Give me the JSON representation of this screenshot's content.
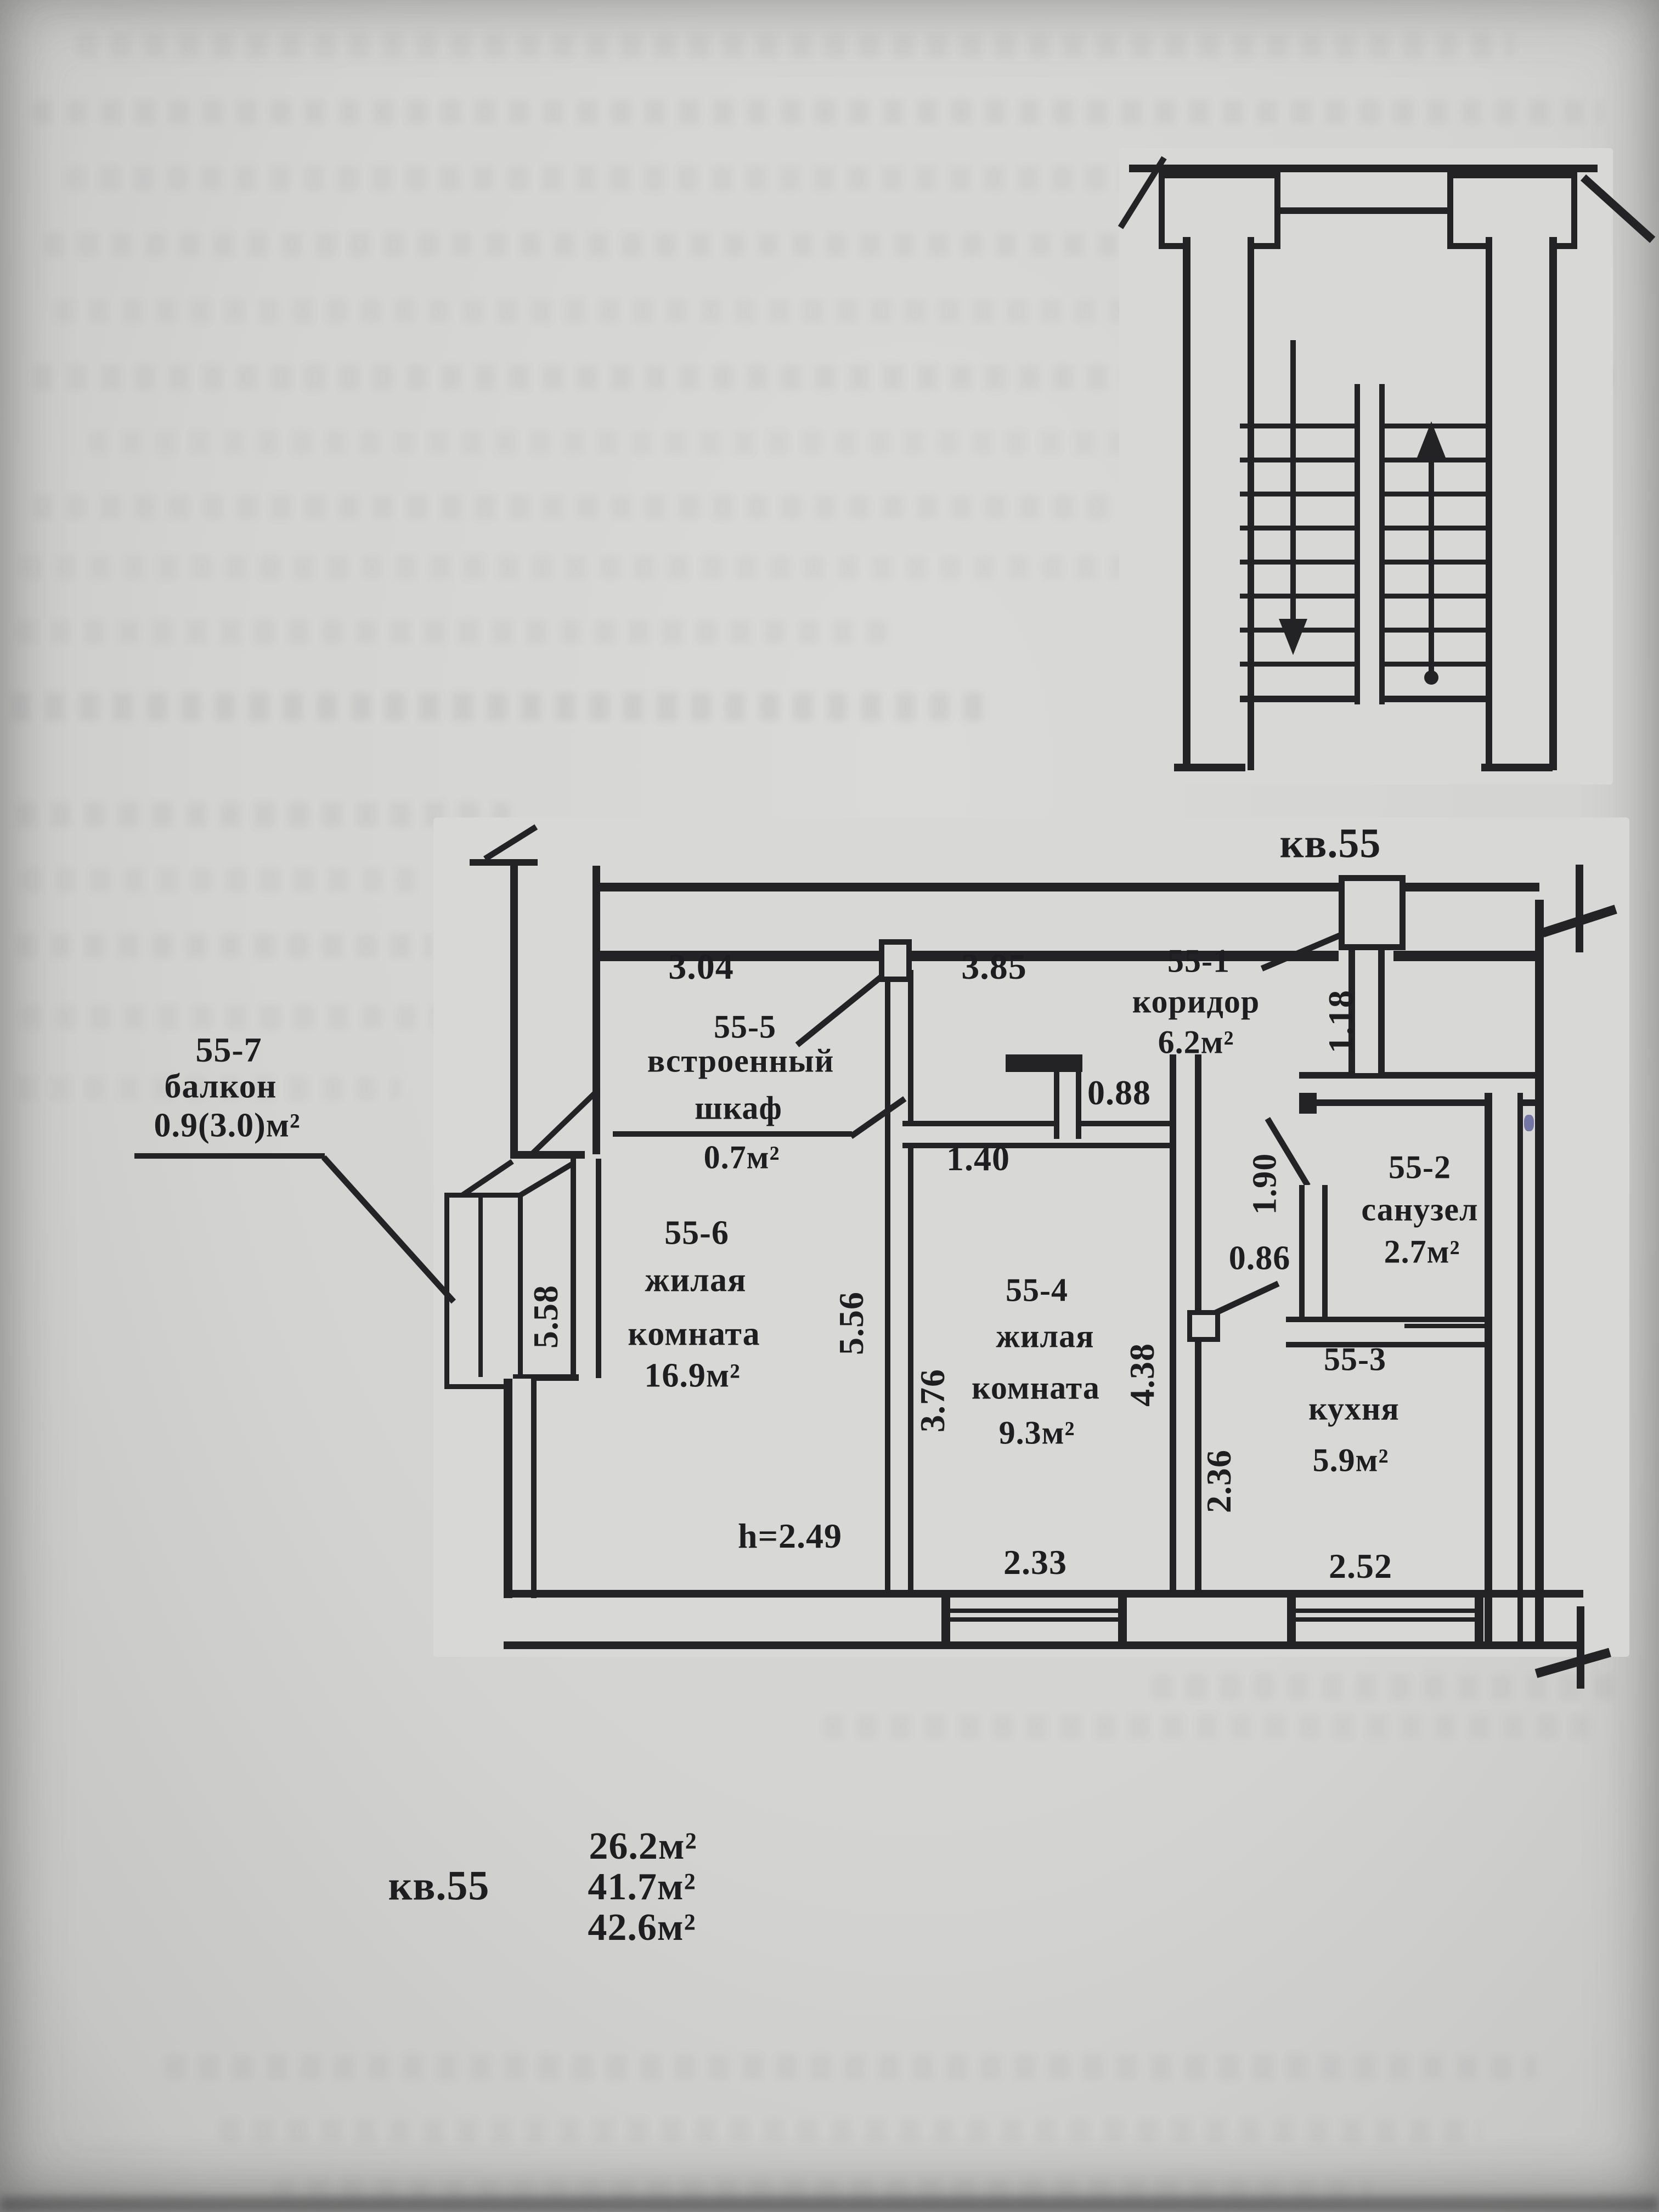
{
  "plan": {
    "stairwell_label": "кв.55",
    "rooms": {
      "corridor": {
        "id": "55-1",
        "name": "коридор",
        "area": "6.2м²"
      },
      "bathroom": {
        "id": "55-2",
        "name": "санузел",
        "area": "2.7м²"
      },
      "kitchen": {
        "id": "55-3",
        "name": "кухня",
        "area": "5.9м²"
      },
      "room_9_3": {
        "id": "55-4",
        "name1": "жилая",
        "name2": "комната",
        "area": "9.3м²"
      },
      "closet": {
        "id": "55-5",
        "name1": "встроенный",
        "name2": "шкаф",
        "area": "0.7м²"
      },
      "room_16_9": {
        "id": "55-6",
        "name1": "жилая",
        "name2": "комната",
        "area": "16.9м²"
      },
      "balcony": {
        "id": "55-7",
        "name": "балкон",
        "area": "0.9(3.0)м²"
      }
    },
    "dimensions": {
      "d304": "3.04",
      "d385": "3.85",
      "d118": "1.18",
      "d088": "0.88",
      "d140": "1.40",
      "d190": "1.90",
      "d086": "0.86",
      "d558": "5.58",
      "d556": "5.56",
      "d376": "3.76",
      "d438": "4.38",
      "d236": "2.36",
      "d233": "2.33",
      "d252": "2.52",
      "height": "h=2.49"
    },
    "summary": {
      "apartment": "кв.55",
      "area1": "26.2м²",
      "area2": "41.7м²",
      "area3": "42.6м²"
    }
  }
}
